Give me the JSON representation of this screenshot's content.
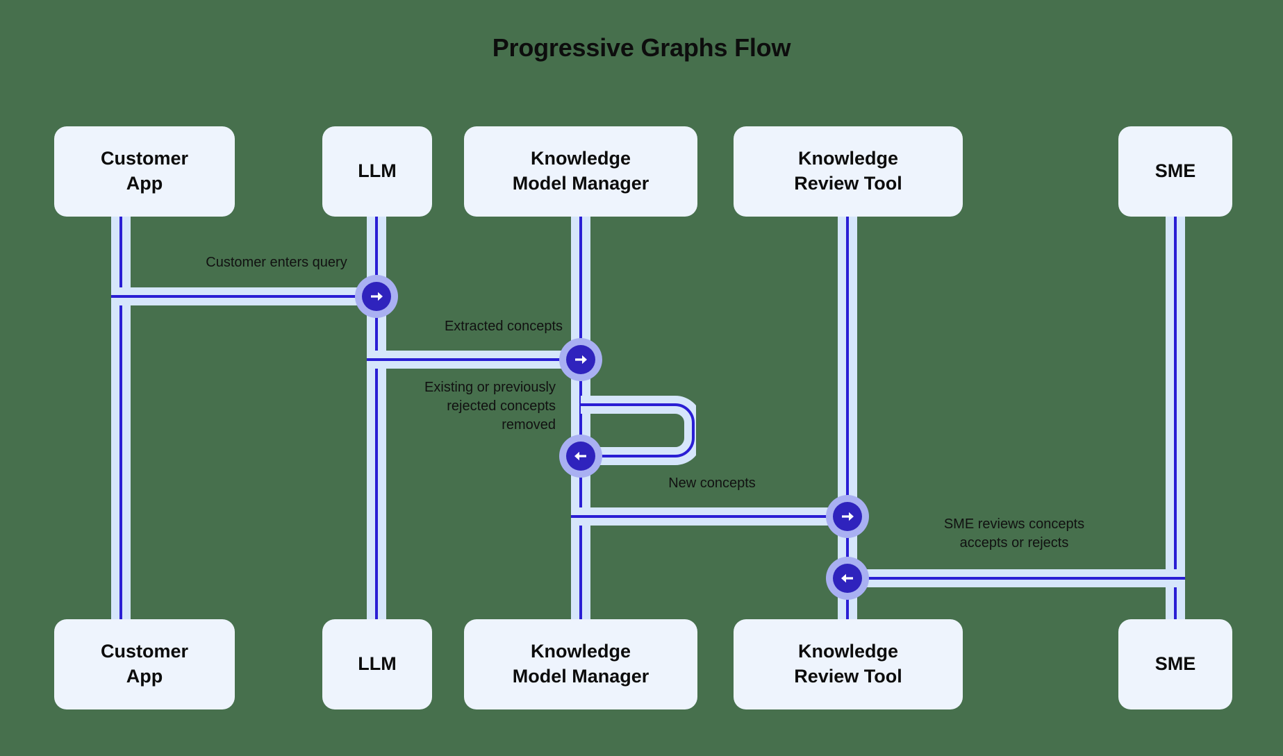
{
  "diagram": {
    "title": "Progressive Graphs Flow",
    "type": "sequence-diagram",
    "background_color": "#47704d",
    "box_fill_color": "#eef4fd",
    "lifeline_band_color": "#d6e6fb",
    "lifeline_line_color": "#2a1ed4",
    "marker_ring_color": "#a9b0f2",
    "marker_disc_color": "#2f23bd",
    "text_color": "#0d0d0d"
  },
  "participants": [
    {
      "id": "customer-app",
      "line1": "Customer",
      "line2": "App"
    },
    {
      "id": "llm",
      "line1": "LLM",
      "line2": ""
    },
    {
      "id": "knowledge-model-manager",
      "line1": "Knowledge",
      "line2": "Model Manager"
    },
    {
      "id": "knowledge-review-tool",
      "line1": "Knowledge",
      "line2": "Review Tool"
    },
    {
      "id": "sme",
      "line1": "SME",
      "line2": ""
    }
  ],
  "messages": [
    {
      "id": "customer-enters-query",
      "label": "Customer enters query",
      "from": "customer-app",
      "to": "llm",
      "direction": "right"
    },
    {
      "id": "extracted-concepts",
      "label": "Extracted concepts",
      "from": "llm",
      "to": "knowledge-model-manager",
      "direction": "right"
    },
    {
      "id": "existing-or-rejected-removed",
      "label": "Existing or previously\nrejected concepts\nremoved",
      "from": "knowledge-model-manager",
      "to": "knowledge-model-manager",
      "direction": "left",
      "self_loop": true
    },
    {
      "id": "new-concepts",
      "label": "New concepts",
      "from": "knowledge-model-manager",
      "to": "knowledge-review-tool",
      "direction": "right"
    },
    {
      "id": "sme-reviews-concepts",
      "label": "SME reviews concepts\naccepts or rejects",
      "from": "sme",
      "to": "knowledge-review-tool",
      "direction": "left"
    }
  ]
}
